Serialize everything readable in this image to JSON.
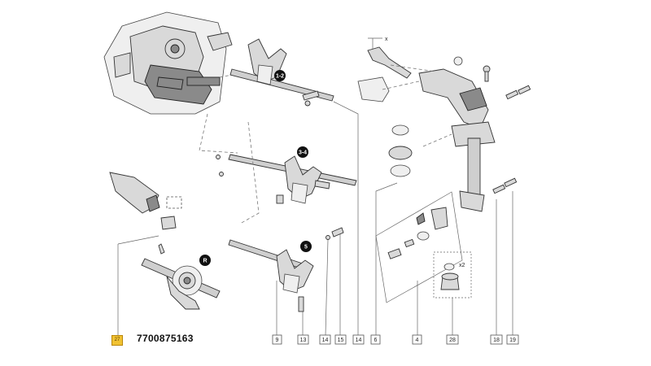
{
  "part_number": "7700875163",
  "highlight_callout": "27",
  "gear_labels": {
    "g12": "1-2",
    "g34": "3-4",
    "g5": "5",
    "gR": "R"
  },
  "callouts": {
    "c9": "9",
    "c13": "13",
    "c14a": "14",
    "c15": "15",
    "c14b": "14",
    "c6": "6",
    "c4": "4",
    "c28": "28",
    "c18": "18",
    "c19": "19"
  },
  "small_marks": {
    "x_mark": "x",
    "qty": "x2"
  },
  "colors": {
    "highlight": "#f1c232",
    "ink": "#222222"
  }
}
